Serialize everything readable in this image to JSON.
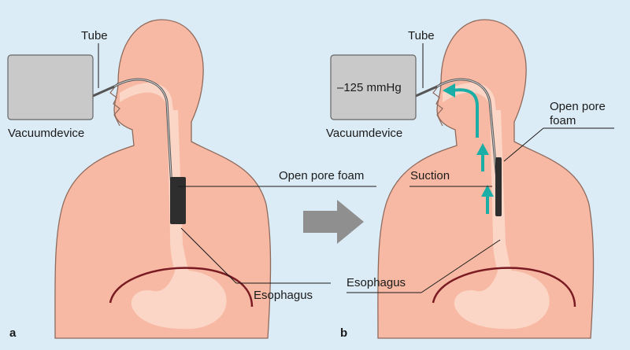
{
  "panel_a": {
    "letter": "a",
    "tube_label": "Tube",
    "vacuum_label": "Vacuumdevice",
    "foam_label": "Open pore foam",
    "esophagus_label": "Esophagus"
  },
  "panel_b": {
    "letter": "b",
    "tube_label": "Tube",
    "vacuum_label": "Vacuumdevice",
    "pressure_label": "–125 mmHg",
    "foam_label_line1": "Open pore",
    "foam_label_line2": "foam",
    "suction_label": "Suction",
    "esophagus_label": "Esophagus"
  },
  "colors": {
    "background": "#dcecf6",
    "skin": "#f7b9a3",
    "skin_outline": "#8e6a5d",
    "inner_organ": "#fbd6c6",
    "stomach_line": "#7a1a22",
    "device_fill": "#c9c9c9",
    "tube": "#555555",
    "foam": "#2e2e2e",
    "suction_arrow": "#1aaea6",
    "transition_arrow": "#8f8f8f"
  },
  "icons": {
    "transition": "right-arrow-icon",
    "suction": "up-arrow-icon"
  }
}
